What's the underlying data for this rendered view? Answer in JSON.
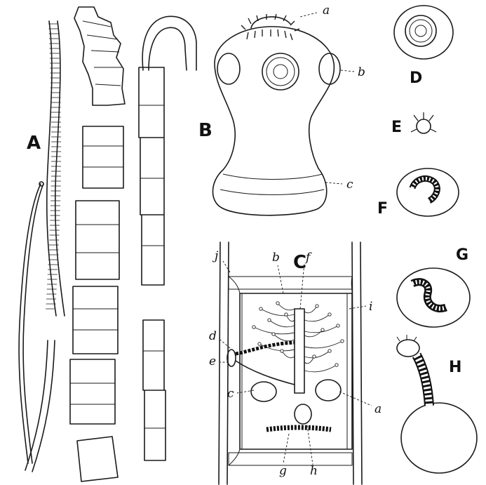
{
  "figure_labels": {
    "A": "A",
    "B": "B",
    "C": "C",
    "D": "D",
    "E": "E",
    "F": "F",
    "G": "G",
    "H": "H"
  },
  "scolex_labels": {
    "a": "a",
    "b": "b",
    "c": "c"
  },
  "proglottid_labels": {
    "a": "a",
    "b": "b",
    "c": "c",
    "d": "d",
    "e": "e",
    "f": "f",
    "g": "g",
    "h": "h",
    "i": "i",
    "j": "j"
  }
}
